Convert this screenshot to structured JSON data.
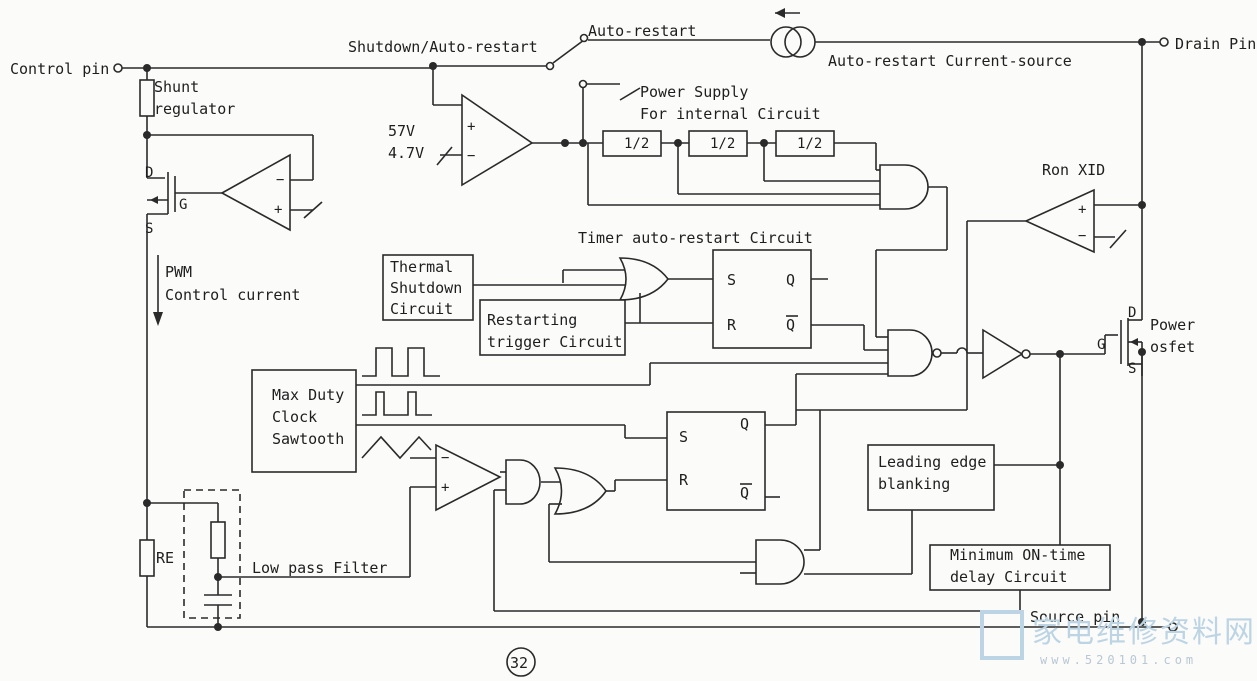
{
  "pins": {
    "control": "Control pin",
    "drain": "Drain Pin",
    "source": "Source pin"
  },
  "labels": {
    "shutdown_auto_restart": "Shutdown/Auto-restart",
    "auto_restart": "Auto-restart",
    "auto_restart_current_source": "Auto-restart Current-source",
    "power_supply_line1": "Power Supply",
    "power_supply_line2": "For internal Circuit",
    "v57": "57V",
    "v47": "4.7V",
    "shunt_line1": "Shunt",
    "shunt_line2": "regulator",
    "timer_auto_restart": "Timer auto-restart Circuit",
    "thermal_line1": "Thermal",
    "thermal_line2": "Shutdown",
    "thermal_line3": "Circuit",
    "restarting_line1": "Restarting",
    "restarting_line2": "trigger Circuit",
    "pwm_line1": "PWM",
    "pwm_line2": "Control current",
    "maxduty_line1": "Max Duty",
    "maxduty_line2": "Clock",
    "maxduty_line3": "Sawtooth",
    "leading_line1": "Leading edge",
    "leading_line2": "blanking",
    "minimum_line1": "Minimum ON-time",
    "minimum_line2": "delay Circuit",
    "low_pass_filter": "Low pass Filter",
    "ron_xid": "Ron XID",
    "power_line1": "Power",
    "power_line2": "osfet",
    "re": "RE",
    "page_number": "32"
  },
  "logic": {
    "half": "1/2",
    "s": "S",
    "r": "R",
    "q": "Q",
    "qbar": "Q",
    "d": "D",
    "g": "G",
    "plus": "+",
    "minus": "−"
  },
  "watermark": {
    "text": "家电维修资料网",
    "url": "www.520101.com"
  },
  "colors": {
    "ink": "#2a2a2a",
    "paper": "#fbfbf9",
    "watermark": "#bcd4e4"
  }
}
